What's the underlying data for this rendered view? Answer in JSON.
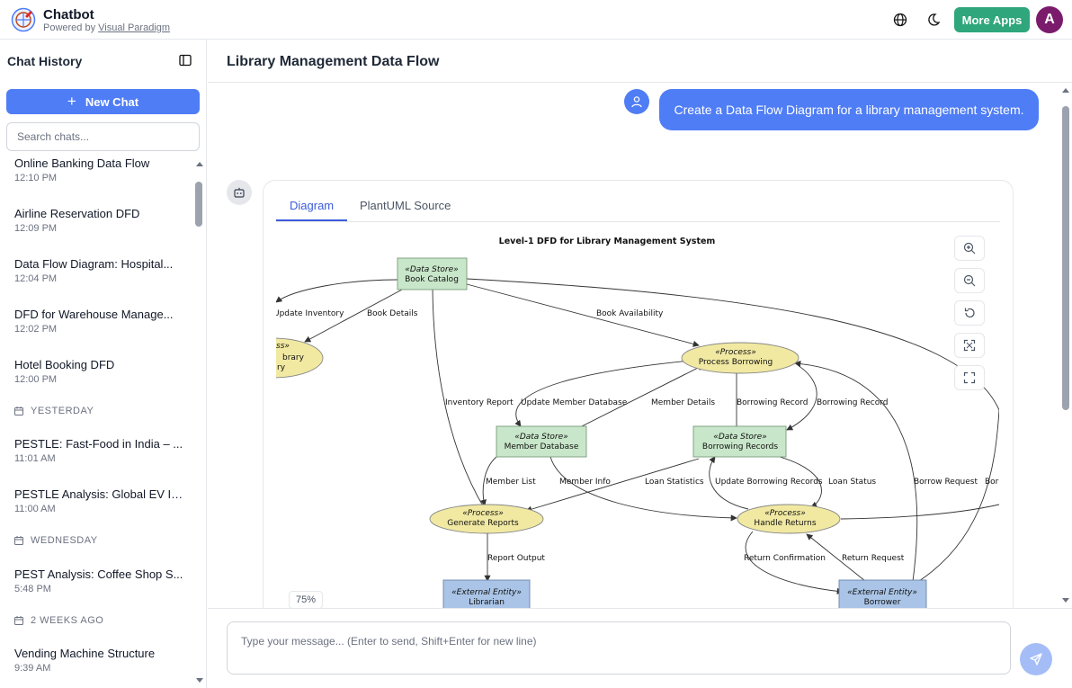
{
  "app": {
    "title": "Chatbot",
    "powered_prefix": "Powered by",
    "powered_link": "Visual Paradigm"
  },
  "topbar": {
    "more_apps": "More Apps",
    "avatar_initial": "A"
  },
  "sidebar": {
    "title": "Chat History",
    "new_chat": "New Chat",
    "search_placeholder": "Search chats...",
    "items": [
      {
        "title": "Online Banking Data Flow",
        "time": "12:10 PM"
      },
      {
        "title": "Airline Reservation DFD",
        "time": "12:09 PM"
      },
      {
        "title": "Data Flow Diagram: Hospital...",
        "time": "12:04 PM"
      },
      {
        "title": "DFD for Warehouse Manage...",
        "time": "12:02 PM"
      },
      {
        "title": "Hotel Booking DFD",
        "time": "12:00 PM"
      },
      {
        "title": "PESTLE: Fast-Food in India – ...",
        "time": "11:01 AM"
      },
      {
        "title": "PESTLE Analysis: Global EV In...",
        "time": "11:00 AM"
      },
      {
        "title": "PEST Analysis: Coffee Shop S...",
        "time": "5:48 PM"
      },
      {
        "title": "Vending Machine Structure",
        "time": "9:39 AM"
      }
    ],
    "groups": [
      "YESTERDAY",
      "WEDNESDAY",
      "2 WEEKS AGO"
    ]
  },
  "main": {
    "title": "Library Management Data Flow",
    "user_message": "Create a Data Flow Diagram for a library management system.",
    "tabs": [
      "Diagram",
      "PlantUML Source"
    ],
    "zoom_level": "75%",
    "input_placeholder": "Type your message... (Enter to send, Shift+Enter for new line)"
  },
  "diagram": {
    "title": "Level-1 DFD for Library Management System",
    "stereo_datastore": "«Data Store»",
    "stereo_process": "«Process»",
    "stereo_entity": "«External Entity»",
    "stereo_partial": "ss»",
    "nodes": {
      "book_catalog": "Book Catalog",
      "process_borrowing": "Process Borrowing",
      "member_database": "Member Database",
      "borrowing_records": "Borrowing Records",
      "generate_reports": "Generate Reports",
      "handle_returns": "Handle Returns",
      "librarian": "Librarian",
      "borrower": "Borrower",
      "partial_library": "brary",
      "partial_ry": "ry"
    },
    "edges": {
      "update_inventory": "Update Inventory",
      "book_details": "Book Details",
      "book_availability": "Book Availability",
      "inventory_report": "Inventory Report",
      "update_member_database": "Update Member Database",
      "member_details": "Member Details",
      "borrowing_record_1": "Borrowing Record",
      "borrowing_record_2": "Borrowing Record",
      "member_list": "Member List",
      "member_info": "Member Info",
      "loan_statistics": "Loan Statistics",
      "update_borrowing_records": "Update Borrowing Records",
      "loan_status": "Loan Status",
      "borrow_request": "Borrow Request",
      "bor_partial": "Bor",
      "report_output": "Report Output",
      "return_confirmation": "Return Confirmation",
      "return_request": "Return Request"
    }
  },
  "colors": {
    "accent": "#4f7df5",
    "more_apps": "#2fa67c",
    "avatar": "#7b1b6b",
    "store": "#c8e6c9",
    "process": "#f1e9a2",
    "entity": "#a9c4e6"
  }
}
